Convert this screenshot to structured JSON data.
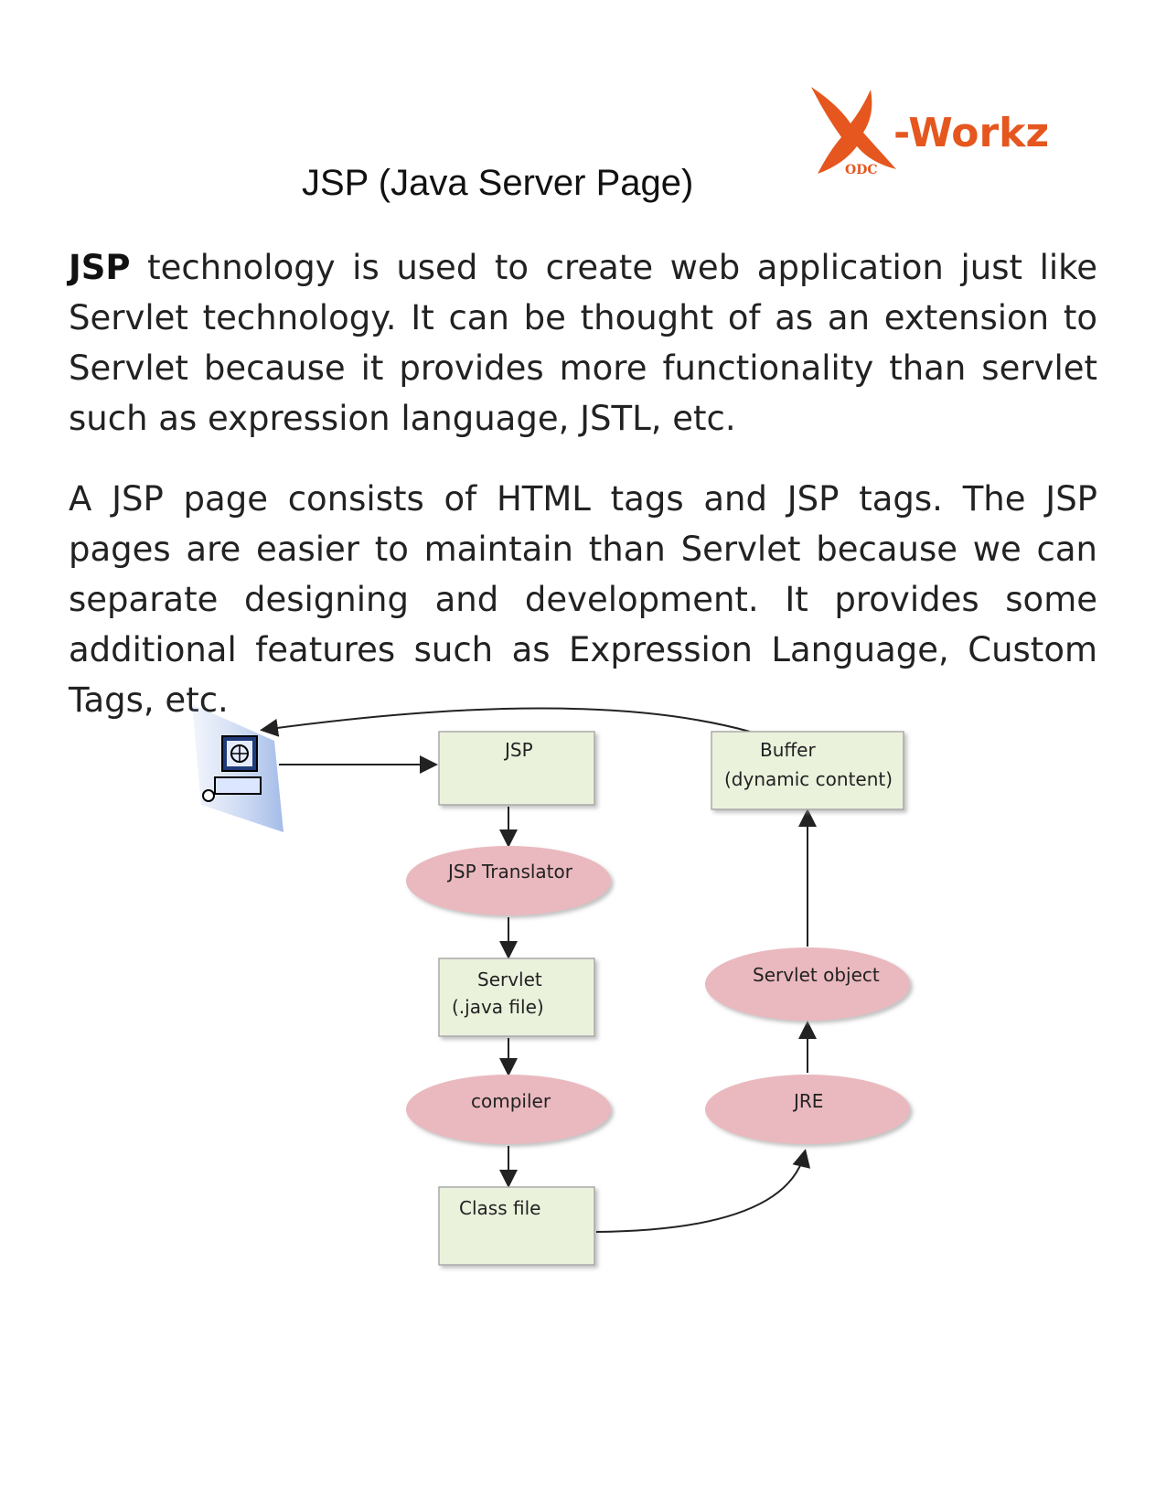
{
  "header": {
    "title": "JSP (Java Server Page)",
    "logo": {
      "text": "-Workz",
      "subtext": "ODC",
      "color": "#e5571f"
    }
  },
  "content": {
    "paragraph1": {
      "bold": "JSP",
      "text": " technology is used to create web application just like Servlet technology. It can be thought of as an extension to Servlet because it provides more functionality than servlet such as expression language, JSTL, etc."
    },
    "paragraph2": "A JSP page consists of HTML tags and JSP tags. The JSP pages are easier to maintain than Servlet because we can separate designing and development. It provides some additional features such as Expression Language, Custom Tags, etc."
  },
  "diagram": {
    "box_fill": "#eaf2dc",
    "ellipse_fill": "#eab9bf",
    "jsp": "JSP",
    "jsp_translator": "JSP Translator",
    "servlet_line1": "Servlet",
    "servlet_line2": "(.java file)",
    "compiler": "compiler",
    "class_file": "Class file",
    "jre": "JRE",
    "servlet_object": "Servlet object",
    "buffer_line1": "Buffer",
    "buffer_line2": "(dynamic content)"
  }
}
